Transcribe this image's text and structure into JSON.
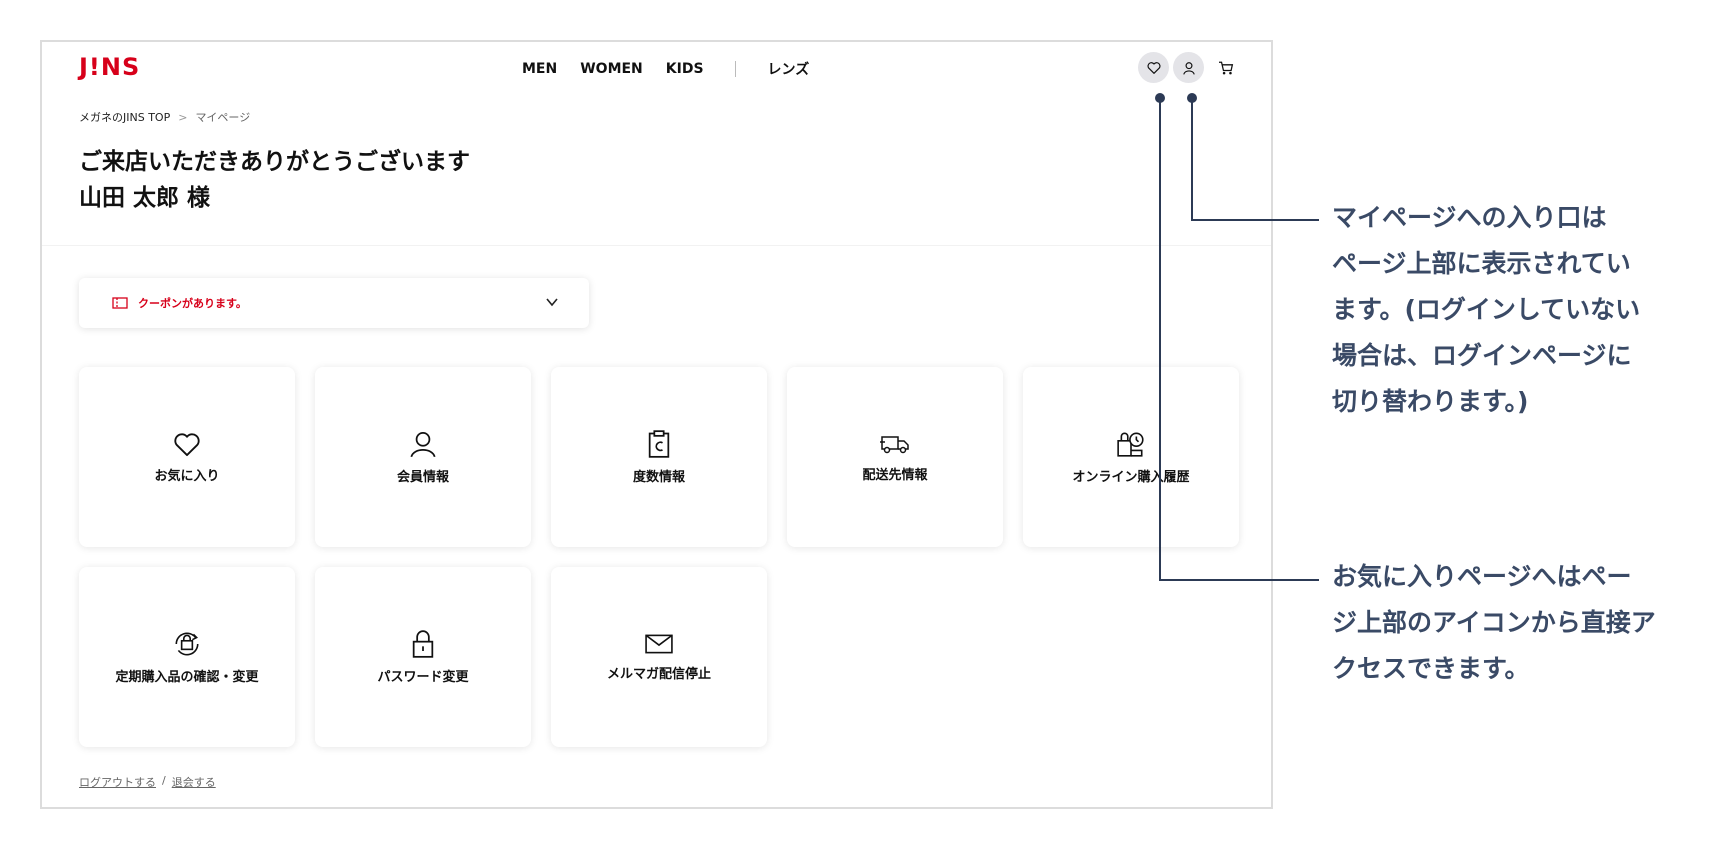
{
  "header": {
    "logo": "J!NS",
    "nav": [
      "MEN",
      "WOMEN",
      "KIDS"
    ],
    "nav_extra": "レンズ"
  },
  "breadcrumb": {
    "home": "メガネのJINS TOP",
    "separator": ">",
    "current": "マイページ"
  },
  "greeting": {
    "line1": "ご来店いただきありがとうございます",
    "line2": "山田 太郎 様"
  },
  "coupon": {
    "label": "クーポンがあります。"
  },
  "cards": [
    {
      "label": "お気に入り",
      "icon": "heart-icon"
    },
    {
      "label": "会員情報",
      "icon": "user-icon"
    },
    {
      "label": "度数情報",
      "icon": "prescription-icon"
    },
    {
      "label": "配送先情報",
      "icon": "truck-icon"
    },
    {
      "label": "オンライン購入履歴",
      "icon": "purchase-history-icon"
    },
    {
      "label": "定期購入品の確認・変更",
      "icon": "subscription-icon"
    },
    {
      "label": "パスワード変更",
      "icon": "lock-icon"
    },
    {
      "label": "メルマガ配信停止",
      "icon": "mail-icon"
    }
  ],
  "footer": {
    "logout": "ログアウトする",
    "separator": "/",
    "withdraw": "退会する"
  },
  "annotations": {
    "mypage": [
      "マイページへの入り口は",
      "ページ上部に表示されてい",
      "ます。(ログインしていない",
      "場合は、ログインページに",
      "切り替わります。)"
    ],
    "favorite": [
      "お気に入りページへはペー",
      "ジ上部のアイコンから直接ア",
      "クセスできます。"
    ]
  },
  "colors": {
    "brand": "#d7001a",
    "annotation": "#3a4a66"
  }
}
